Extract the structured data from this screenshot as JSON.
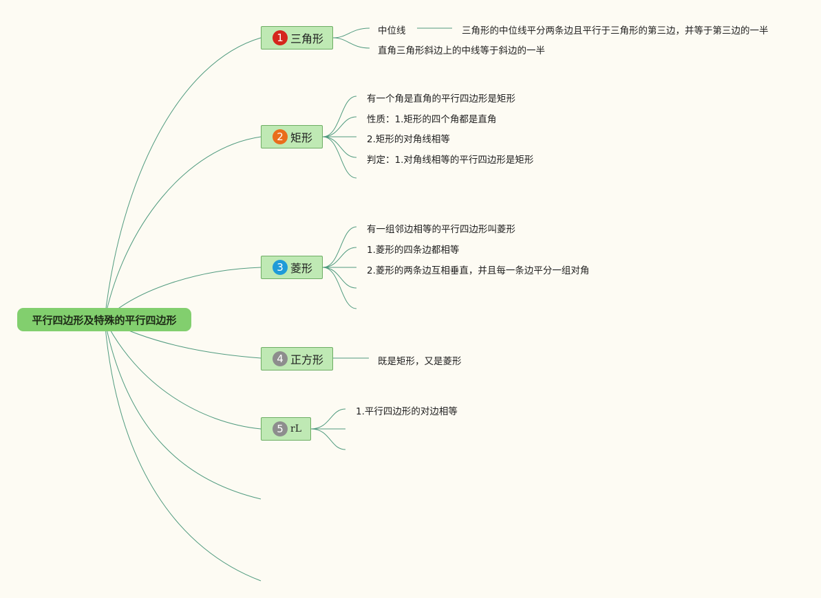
{
  "root": {
    "label": "平行四边形及特殊的平行四边形"
  },
  "colors": {
    "background": "#fdfbf3",
    "root_fill": "#82cf6e",
    "branch_fill": "#bfe9b4",
    "branch_border": "#6cac62",
    "link": "#4f9a7e"
  },
  "branches": [
    {
      "number": "1",
      "badge_color": "#d5261c",
      "label": "三角形",
      "children": [
        {
          "text": "中位线",
          "detail": "三角形的中位线平分两条边且平行于三角形的第三边，并等于第三边的一半"
        },
        {
          "text": "直角三角形斜边上的中线等于斜边的一半"
        }
      ]
    },
    {
      "number": "2",
      "badge_color": "#e96d1c",
      "label": "矩形",
      "children": [
        {
          "text": "有一个角是直角的平行四边形是矩形"
        },
        {
          "text": "性质：1.矩形的四个角都是直角"
        },
        {
          "text": "2.矩形的对角线相等"
        },
        {
          "text": "判定：1.对角线相等的平行四边形是矩形"
        },
        {
          "text": ""
        }
      ]
    },
    {
      "number": "3",
      "badge_color": "#1f9bd8",
      "label": "菱形",
      "children": [
        {
          "text": "有一组邻边相等的平行四边形叫菱形"
        },
        {
          "text": "1.菱形的四条边都相等"
        },
        {
          "text": "2.菱形的两条边互相垂直，并且每一条边平分一组对角"
        },
        {
          "text": ""
        },
        {
          "text": ""
        }
      ]
    },
    {
      "number": "4",
      "badge_color": "#8d8d8d",
      "label": "正方形",
      "children": [
        {
          "text": "既是矩形，又是菱形"
        }
      ]
    },
    {
      "number": "5",
      "badge_color": "#8d8d8d",
      "label": "rL",
      "children": [
        {
          "text": "1.平行四边形的对边相等"
        },
        {
          "text": ""
        },
        {
          "text": ""
        }
      ]
    }
  ]
}
